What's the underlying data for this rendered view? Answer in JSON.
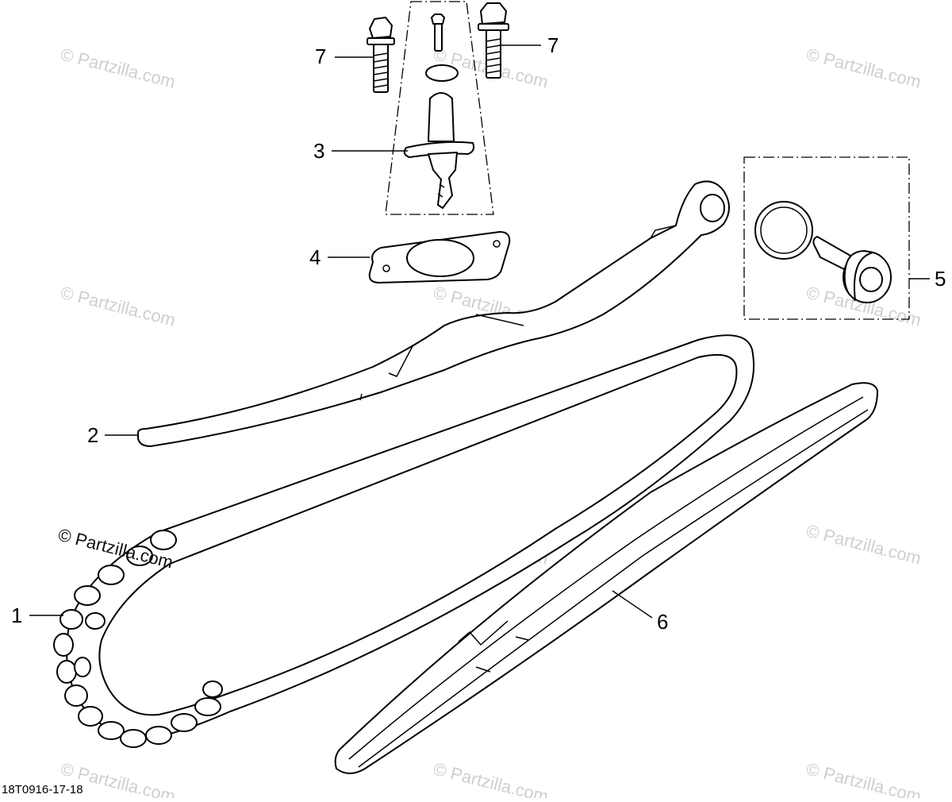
{
  "watermark": {
    "text": "© Partzilla.com"
  },
  "diagram_id": "18T0916-17-18",
  "callouts": [
    "1",
    "2",
    "3",
    "4",
    "5",
    "6",
    "7",
    "7"
  ],
  "colors": {
    "line": "#000000",
    "watermark": "#cfcfcf",
    "background": "#ffffff"
  }
}
